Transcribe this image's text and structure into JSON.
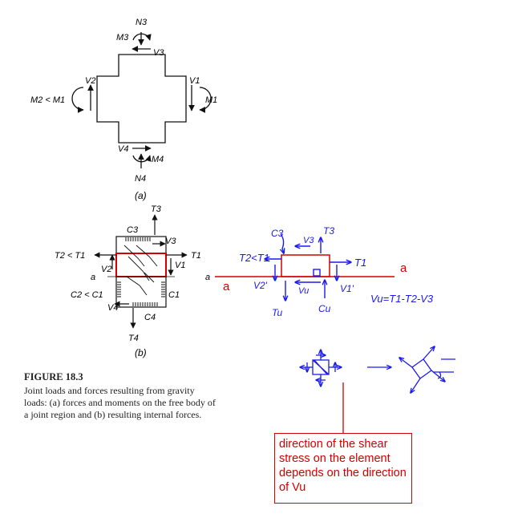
{
  "fig_a": {
    "labels": {
      "N3": "N3",
      "M3": "M3",
      "V3": "V3",
      "V2": "V2",
      "V1": "V1",
      "M2M1": "M2 < M1",
      "M1": "M1",
      "V4": "V4",
      "M4": "M4",
      "N4": "N4"
    },
    "sublabel": "(a)"
  },
  "fig_b": {
    "labels": {
      "T3": "T3",
      "C3": "C3",
      "V3": "V3",
      "T2T1": "T2 < T1",
      "T1": "T1",
      "V2": "V2",
      "V1": "V1",
      "a_left": "a",
      "a_right": "a",
      "C2C1": "C2 < C1",
      "C1": "C1",
      "V4": "V4",
      "C4": "C4",
      "T4": "T4"
    },
    "sublabel": "(b)"
  },
  "caption": {
    "heading": "FIGURE 18.3",
    "text": "Joint loads and forces resulting from gravity loads: (a) forces and moments on the free body of a joint region and (b) resulting internal forces."
  },
  "sketch": {
    "labels": {
      "C3": "C3",
      "V3": "V3",
      "T3": "T3",
      "T2T1": "T2<T1",
      "T1": "T1",
      "a_left": "a",
      "a_right": "a",
      "V2": "V2'",
      "Vu": "Vu",
      "V1": "V1'",
      "Tu": "Tu",
      "Cu": "Cu",
      "equation": "Vu=T1-T2-V3"
    }
  },
  "note": {
    "text": "direction of the shear stress on the element depends on the direction of Vu"
  },
  "colors": {
    "ink": "#111111",
    "red": "#d40000",
    "blue": "#1a1aee"
  }
}
